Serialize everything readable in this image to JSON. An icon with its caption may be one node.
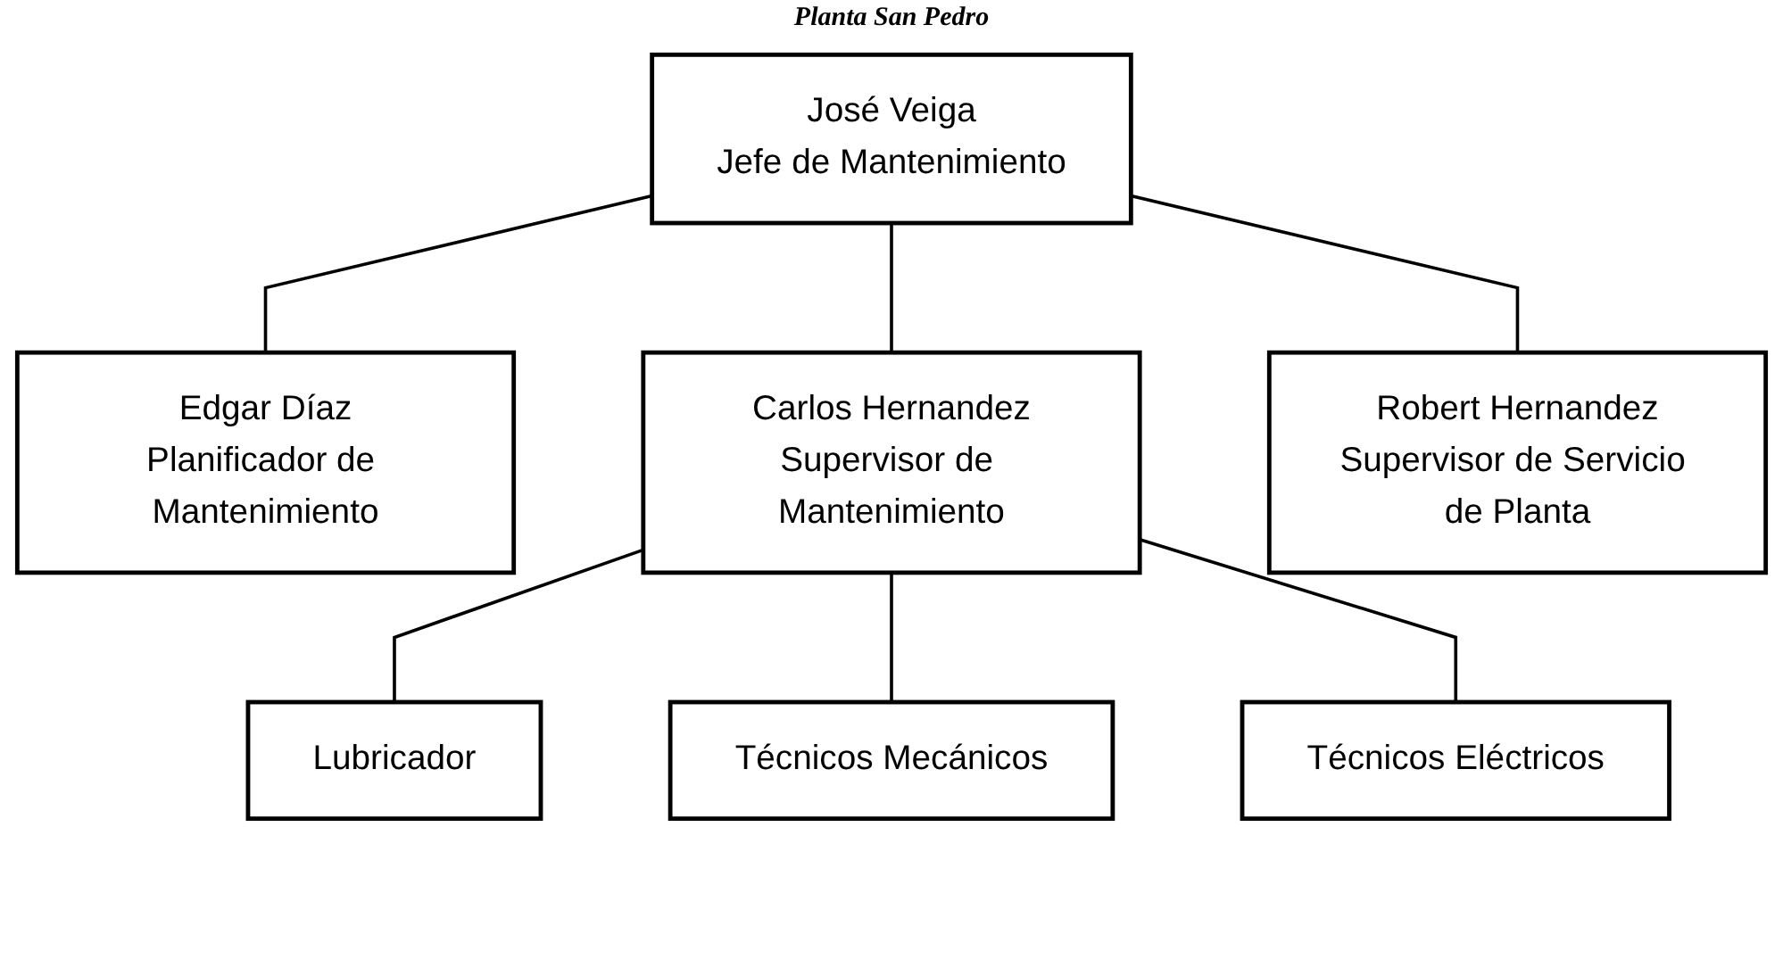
{
  "diagram": {
    "title": "Planta San Pedro",
    "nodes": [
      {
        "text": [
          "José Veiga",
          "Jefe de Mantenimiento"
        ]
      },
      {
        "text": [
          "Edgar Díaz",
          "Planificador de Mantenimiento"
        ]
      },
      {
        "text": [
          "Carlos Hernandez",
          "Supervisor de Mantenimiento"
        ]
      },
      {
        "text": [
          "Robert Hernandez",
          "Supervisor de Servicio de Planta"
        ]
      },
      {
        "text": [
          "Lubricador"
        ]
      },
      {
        "text": [
          "Técnicos Mecánicos"
        ]
      },
      {
        "text": [
          "Técnicos Eléctricos"
        ]
      }
    ],
    "edges": [
      {
        "from": 0,
        "to": 1,
        "arrow": "none"
      },
      {
        "from": 0,
        "to": 2,
        "arrow": "none"
      },
      {
        "from": 0,
        "to": 3,
        "arrow": "none"
      },
      {
        "from": 2,
        "to": 4,
        "arrow": "none"
      },
      {
        "from": 2,
        "to": 5,
        "arrow": "none"
      },
      {
        "from": 2,
        "to": 6,
        "arrow": "none"
      }
    ]
  }
}
